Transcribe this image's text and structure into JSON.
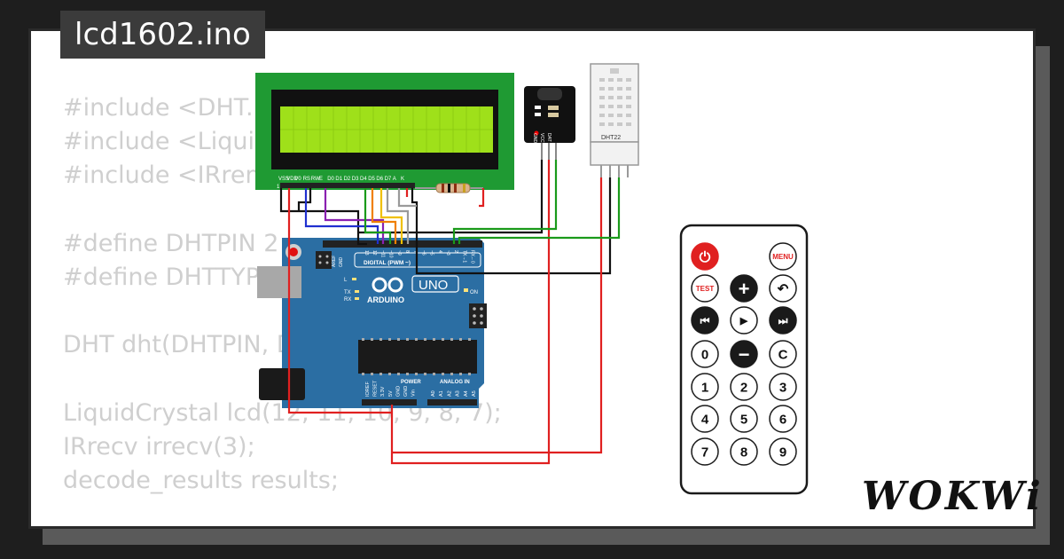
{
  "file_title": "lcd1602.ino",
  "code_lines": [
    "#include <DHT.h>",
    "#include <LiquidCrystal.h>",
    "#include <IRremote.h>",
    "",
    "#define DHTPIN 2",
    "#define DHTTYPE DHT22",
    "",
    "DHT dht(DHTPIN, DHTTYPE);",
    "",
    "LiquidCrystal lcd(12, 11, 10, 9, 8, 7);",
    "IRrecv irrecv(3);",
    "decode_results results;"
  ],
  "lcd": {
    "pin_labels": [
      "VSS",
      "VDD",
      "V0",
      "RS",
      "RW",
      "E",
      "D0",
      "D1",
      "D2",
      "D3",
      "D4",
      "D5",
      "D6",
      "D7",
      "A",
      "K"
    ],
    "pin_first": "1",
    "pin_last": "16",
    "backlight_color": "#9fe01a"
  },
  "arduino": {
    "brand": "ARDUINO",
    "model": "UNO",
    "digital_label": "DIGITAL (PWM ~)",
    "power_label": "POWER",
    "analog_label": "ANALOG IN",
    "on_label": "ON",
    "l_label": "L",
    "tx_label": "TX",
    "rx_label": "RX",
    "aref_label": "AREF",
    "gnd_label": "GND",
    "digital_pins": [
      "13",
      "12",
      "~11",
      "~10",
      "~9",
      "8",
      "7",
      "~6",
      "~5",
      "4",
      "~3",
      "2",
      "TX→1",
      "RX←0"
    ],
    "power_pins": [
      "IOREF",
      "RESET",
      "3.3V",
      "5V",
      "GND",
      "GND",
      "Vin"
    ],
    "analog_pins": [
      "A0",
      "A1",
      "A2",
      "A3",
      "A4",
      "A5"
    ],
    "board_color": "#2b6ea3"
  },
  "ir_receiver": {
    "pins": [
      "GND",
      "VCC",
      "DAT"
    ]
  },
  "dht22": {
    "label": "DHT22"
  },
  "remote": {
    "buttons": [
      {
        "id": "power",
        "label": "⏻",
        "icon": "power-icon"
      },
      {
        "id": "menu",
        "label": "MENU"
      },
      {
        "id": "test",
        "label": "TEST"
      },
      {
        "id": "plus",
        "label": "+",
        "icon": "plus-icon"
      },
      {
        "id": "back",
        "label": "↶",
        "icon": "back-icon"
      },
      {
        "id": "prev",
        "label": "⏮",
        "icon": "previous-icon"
      },
      {
        "id": "play",
        "label": "▶",
        "icon": "play-icon"
      },
      {
        "id": "next",
        "label": "⏭",
        "icon": "next-icon"
      },
      {
        "id": "b0",
        "label": "0"
      },
      {
        "id": "minus",
        "label": "−",
        "icon": "minus-icon"
      },
      {
        "id": "c",
        "label": "C"
      },
      {
        "id": "b1",
        "label": "1"
      },
      {
        "id": "b2",
        "label": "2"
      },
      {
        "id": "b3",
        "label": "3"
      },
      {
        "id": "b4",
        "label": "4"
      },
      {
        "id": "b5",
        "label": "5"
      },
      {
        "id": "b6",
        "label": "6"
      },
      {
        "id": "b7",
        "label": "7"
      },
      {
        "id": "b8",
        "label": "8"
      },
      {
        "id": "b9",
        "label": "9"
      }
    ]
  },
  "brand_logo": "WOKWi",
  "colors": {
    "wire_red": "#e02020",
    "wire_black": "#111111",
    "wire_green": "#1a9a1a",
    "wire_blue": "#2030d0",
    "wire_purple": "#8a20b0",
    "wire_yellow": "#f0c000",
    "wire_orange": "#f08000",
    "wire_gray": "#9a9a9a"
  }
}
